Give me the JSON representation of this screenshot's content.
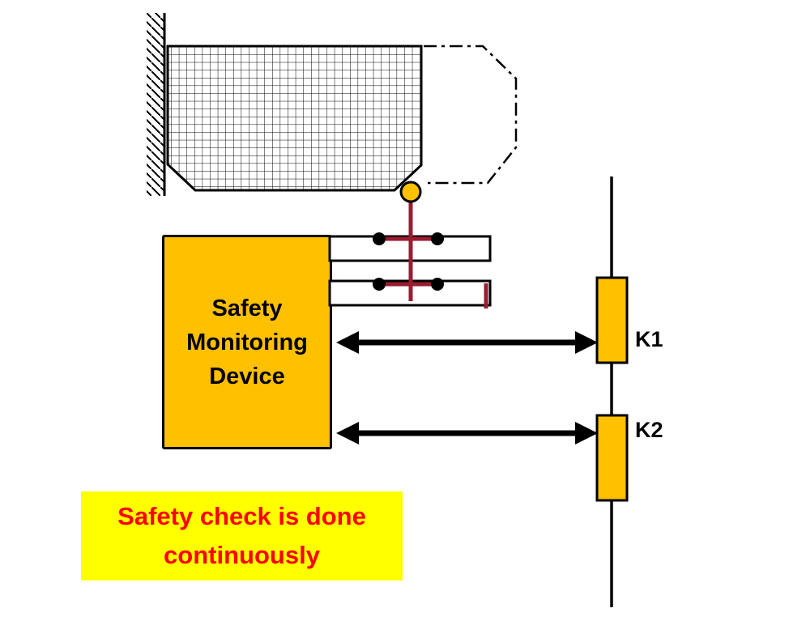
{
  "diagram": {
    "device": {
      "line1": "Safety",
      "line2": "Monitoring",
      "line3": "Device"
    },
    "relay_k1": "K1",
    "relay_k2": "K2",
    "banner": {
      "line1": "Safety check is done",
      "line2": "continuously"
    }
  },
  "colors": {
    "component_yellow": "#FFC000",
    "banner_yellow": "#FFFF00",
    "banner_text_red": "#FF0000",
    "actuator_dark_red": "#9B1B30",
    "line_black": "#000000"
  }
}
